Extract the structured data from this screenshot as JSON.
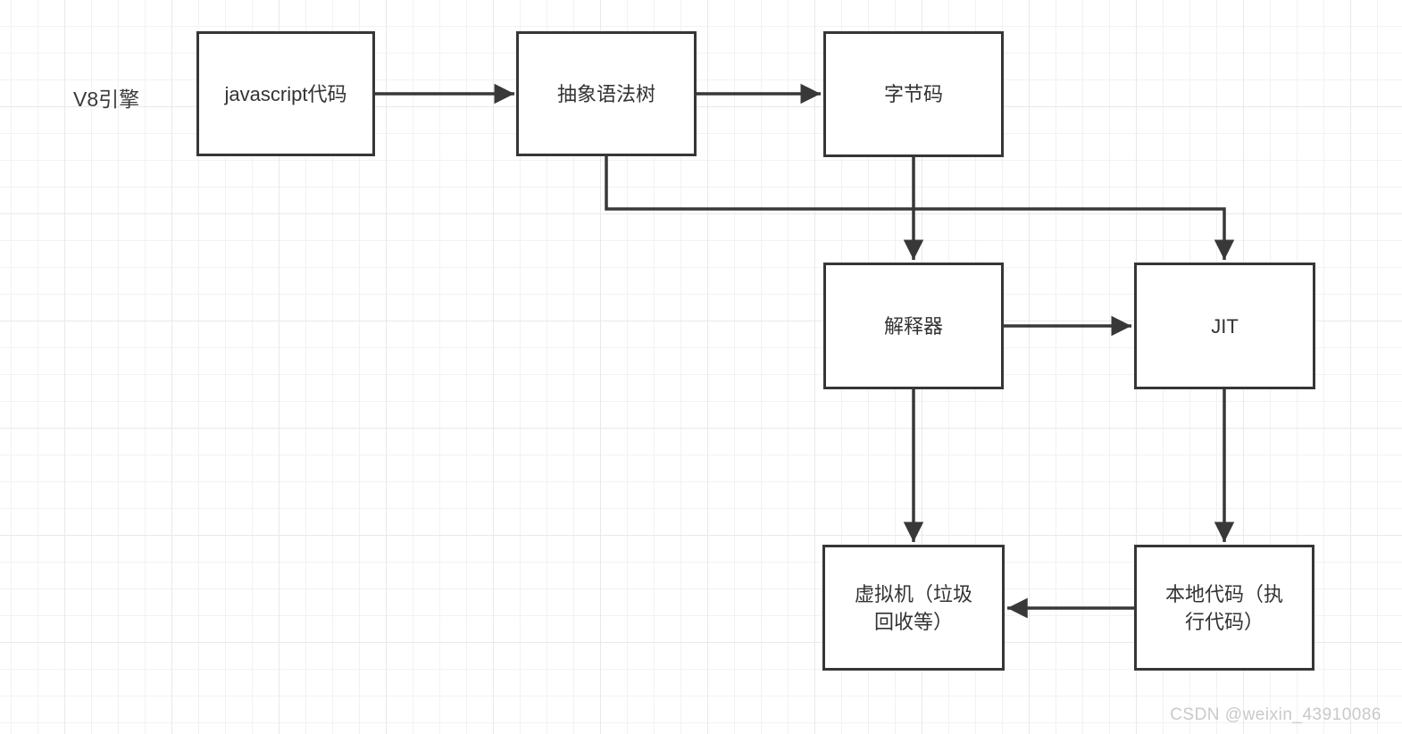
{
  "diagram": {
    "title_label": "V8引擎",
    "nodes": [
      {
        "id": "js-code",
        "label": "javascript代码"
      },
      {
        "id": "ast",
        "label": "抽象语法树"
      },
      {
        "id": "bytecode",
        "label": "字节码"
      },
      {
        "id": "interpreter",
        "label": "解释器"
      },
      {
        "id": "jit",
        "label": "JIT"
      },
      {
        "id": "vm",
        "label": "虚拟机（垃圾回收等）"
      },
      {
        "id": "native-code",
        "label": "本地代码（执行代码）"
      }
    ],
    "edges": [
      {
        "from": "js-code",
        "to": "ast"
      },
      {
        "from": "ast",
        "to": "bytecode"
      },
      {
        "from": "bytecode",
        "to": "interpreter"
      },
      {
        "from": "ast",
        "to": "jit"
      },
      {
        "from": "interpreter",
        "to": "jit"
      },
      {
        "from": "interpreter",
        "to": "vm"
      },
      {
        "from": "jit",
        "to": "native-code"
      },
      {
        "from": "native-code",
        "to": "vm"
      }
    ]
  },
  "watermark": "CSDN @weixin_43910086",
  "colors": {
    "background": "#ffffff",
    "grid_minor": "#f2f2f2",
    "grid_major": "#e9e9e9",
    "node_border": "#363636",
    "node_text": "#333333",
    "connector": "#383838",
    "watermark_text": "#c9c9ca"
  }
}
